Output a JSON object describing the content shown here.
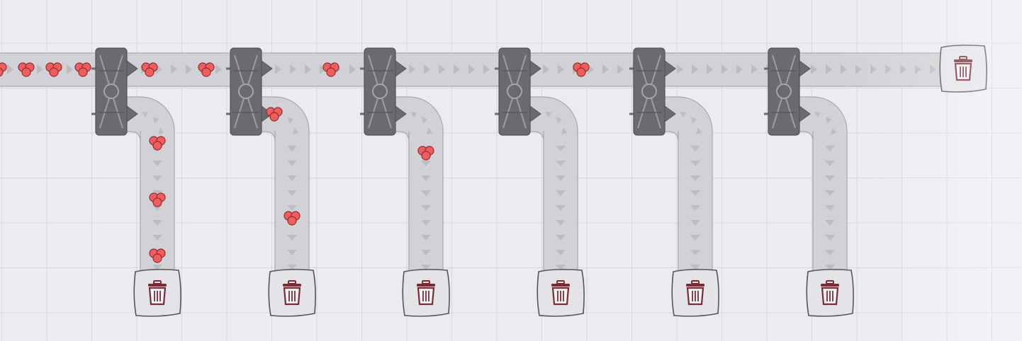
{
  "board": {
    "background_color": "#ecebf2",
    "grid_color": "#c8c6d2"
  },
  "belt": {
    "color": "#d2d1d5",
    "edge_color": "#a9a8ae",
    "arrow_color": "#bdbcc1"
  },
  "splitter": {
    "color": "#6b6a70",
    "count": 6
  },
  "trash_bin": {
    "icon": "trash-icon",
    "icon_color": "#7a2c36",
    "count": 7
  },
  "item": {
    "icon": "red-berry-cluster-icon",
    "color": "#ef5d5d"
  },
  "main_belt_items": 8,
  "branch_items": [
    3,
    2,
    1,
    0,
    0,
    0
  ]
}
